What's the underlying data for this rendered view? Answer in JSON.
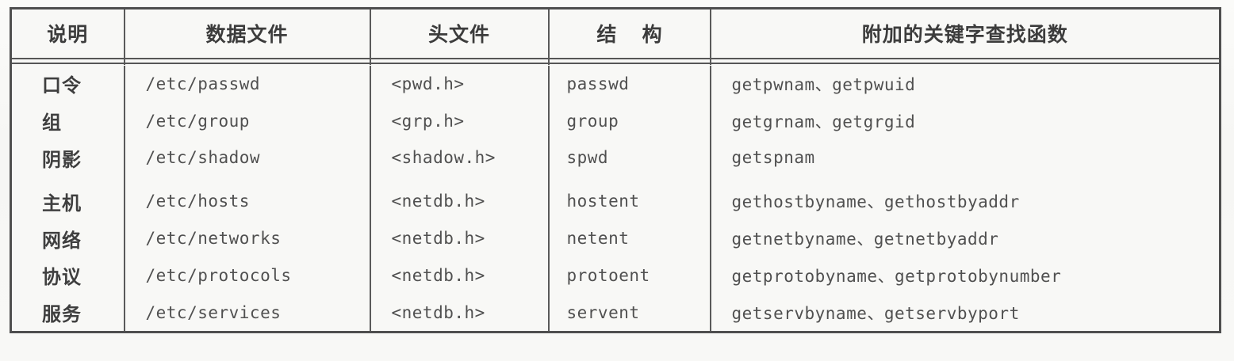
{
  "table": {
    "columns": [
      {
        "key": "desc",
        "label": "说明"
      },
      {
        "key": "file",
        "label": "数据文件"
      },
      {
        "key": "header",
        "label": "头文件"
      },
      {
        "key": "struct",
        "label": "结 构"
      },
      {
        "key": "funcs",
        "label": "附加的关键字查找函数"
      }
    ],
    "rows": [
      {
        "desc": "口令",
        "file": "/etc/passwd",
        "header": "<pwd.h>",
        "struct": "passwd",
        "funcs": "getpwnam、getpwuid"
      },
      {
        "desc": "组",
        "file": "/etc/group",
        "header": "<grp.h>",
        "struct": "group",
        "funcs": "getgrnam、getgrgid"
      },
      {
        "desc": "阴影",
        "file": "/etc/shadow",
        "header": "<shadow.h>",
        "struct": "spwd",
        "funcs": "getspnam"
      },
      {
        "desc": "主机",
        "file": "/etc/hosts",
        "header": "<netdb.h>",
        "struct": "hostent",
        "funcs": "gethostbyname、gethostbyaddr"
      },
      {
        "desc": "网络",
        "file": "/etc/networks",
        "header": "<netdb.h>",
        "struct": "netent",
        "funcs": "getnetbyname、getnetbyaddr"
      },
      {
        "desc": "协议",
        "file": "/etc/protocols",
        "header": "<netdb.h>",
        "struct": "protoent",
        "funcs": "getprotobyname、getprotobynumber"
      },
      {
        "desc": "服务",
        "file": "/etc/services",
        "header": "<netdb.h>",
        "struct": "servent",
        "funcs": "getservbyname、getservbyport"
      }
    ]
  },
  "colors": {
    "page_background": "#f8f8f6",
    "rule": "#565656",
    "text": "#4d4d4d",
    "heading_text": "#3c3c3c"
  }
}
